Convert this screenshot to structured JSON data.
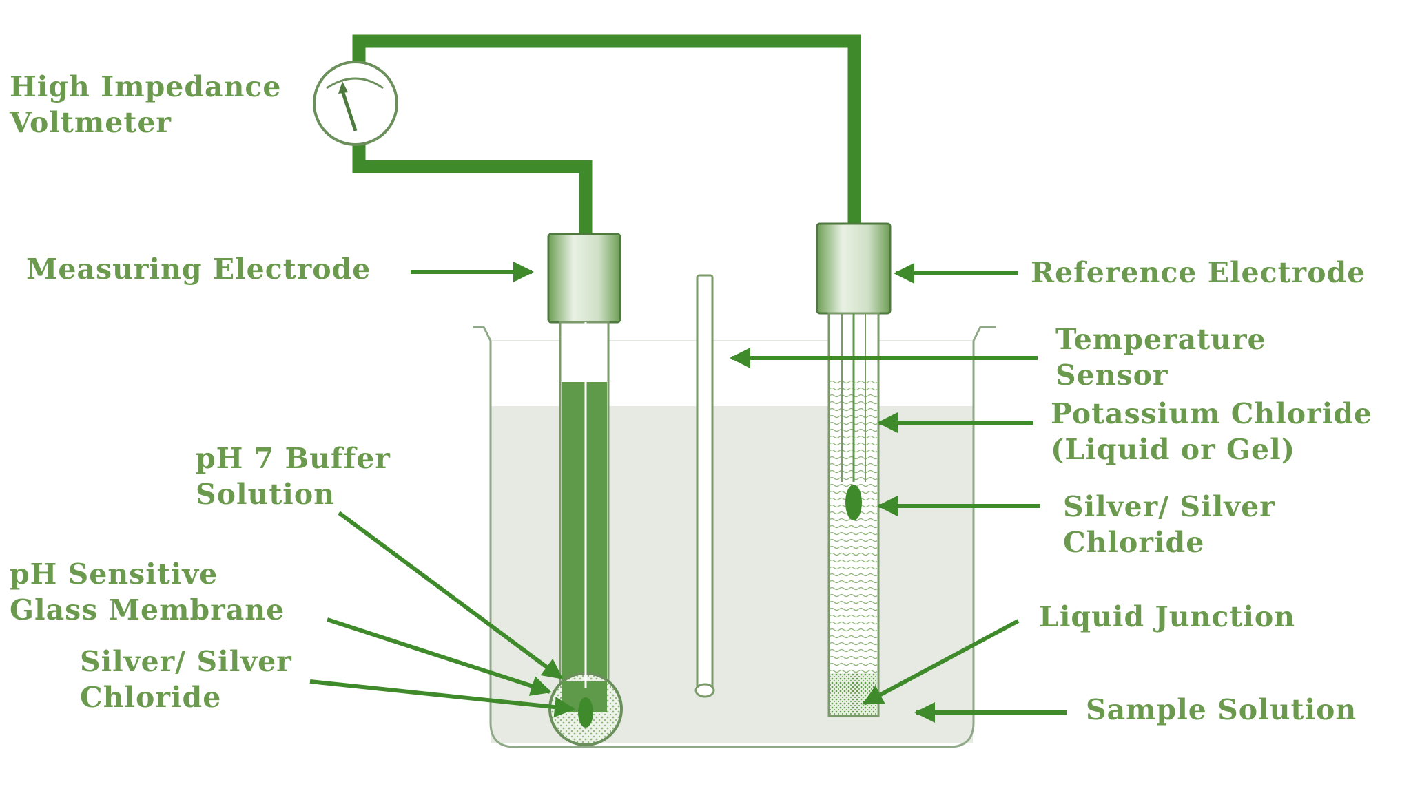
{
  "colors": {
    "text": "#6b9a4e",
    "wire": "#3f8a2a",
    "fill_dark": "#5f9a4a",
    "solution": "#e6eae3",
    "background": "#ffffff"
  },
  "labels": {
    "voltmeter": [
      "High Impedance",
      "Voltmeter"
    ],
    "measuring_electrode": "Measuring Electrode",
    "reference_electrode": "Reference Electrode",
    "temperature_sensor": [
      "Temperature",
      "Sensor"
    ],
    "potassium_chloride": [
      "Potassium Chloride",
      "(Liquid or Gel)"
    ],
    "silver_chloride_right": [
      "Silver/ Silver",
      "Chloride"
    ],
    "ph7_buffer": [
      "pH 7 Buffer",
      "Solution"
    ],
    "ph_membrane": [
      "pH Sensitive",
      "Glass Membrane"
    ],
    "silver_chloride_left": [
      "Silver/ Silver",
      "Chloride"
    ],
    "liquid_junction": "Liquid Junction",
    "sample_solution": "Sample Solution"
  }
}
